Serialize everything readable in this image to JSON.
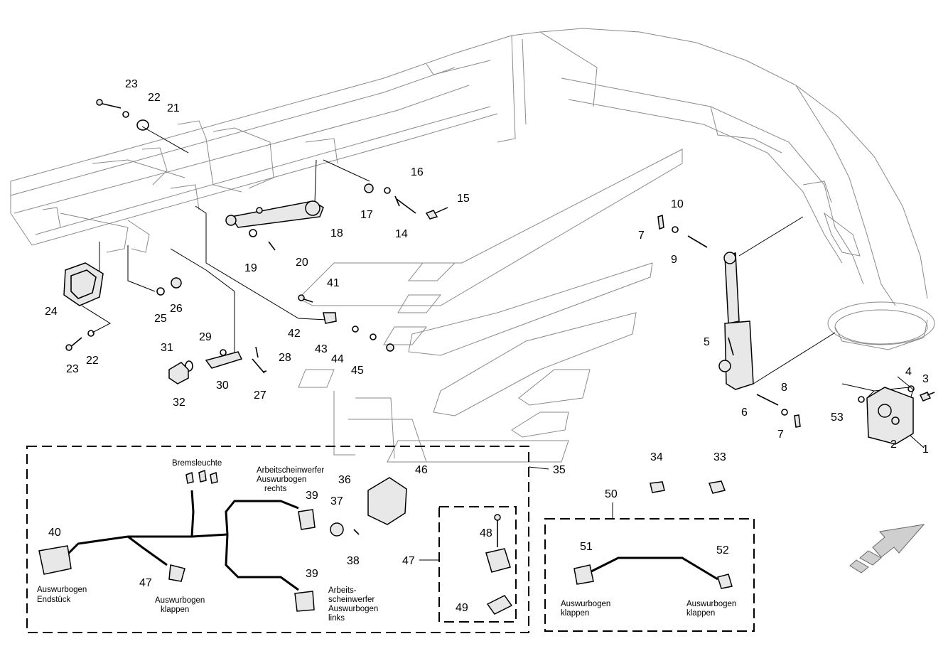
{
  "parts": [
    {
      "id": "p1",
      "number": "1"
    },
    {
      "id": "p2",
      "number": "2"
    },
    {
      "id": "p3",
      "number": "3"
    },
    {
      "id": "p4",
      "number": "4"
    },
    {
      "id": "p5",
      "number": "5"
    },
    {
      "id": "p6",
      "number": "6"
    },
    {
      "id": "p7a",
      "number": "7"
    },
    {
      "id": "p7b",
      "number": "7"
    },
    {
      "id": "p8",
      "number": "8"
    },
    {
      "id": "p9",
      "number": "9"
    },
    {
      "id": "p10",
      "number": "10"
    },
    {
      "id": "p14",
      "number": "14"
    },
    {
      "id": "p15",
      "number": "15"
    },
    {
      "id": "p16",
      "number": "16"
    },
    {
      "id": "p17",
      "number": "17"
    },
    {
      "id": "p18",
      "number": "18"
    },
    {
      "id": "p19",
      "number": "19"
    },
    {
      "id": "p20",
      "number": "20"
    },
    {
      "id": "p21",
      "number": "21"
    },
    {
      "id": "p22a",
      "number": "22"
    },
    {
      "id": "p22b",
      "number": "22"
    },
    {
      "id": "p23a",
      "number": "23"
    },
    {
      "id": "p23b",
      "number": "23"
    },
    {
      "id": "p24",
      "number": "24"
    },
    {
      "id": "p25",
      "number": "25"
    },
    {
      "id": "p26",
      "number": "26"
    },
    {
      "id": "p27",
      "number": "27"
    },
    {
      "id": "p28",
      "number": "28"
    },
    {
      "id": "p29",
      "number": "29"
    },
    {
      "id": "p30",
      "number": "30"
    },
    {
      "id": "p31",
      "number": "31"
    },
    {
      "id": "p32",
      "number": "32"
    },
    {
      "id": "p33",
      "number": "33"
    },
    {
      "id": "p34",
      "number": "34"
    },
    {
      "id": "p35",
      "number": "35"
    },
    {
      "id": "p36",
      "number": "36"
    },
    {
      "id": "p37",
      "number": "37"
    },
    {
      "id": "p38",
      "number": "38"
    },
    {
      "id": "p39a",
      "number": "39"
    },
    {
      "id": "p39b",
      "number": "39"
    },
    {
      "id": "p40",
      "number": "40"
    },
    {
      "id": "p41",
      "number": "41"
    },
    {
      "id": "p42",
      "number": "42"
    },
    {
      "id": "p43",
      "number": "43"
    },
    {
      "id": "p44",
      "number": "44"
    },
    {
      "id": "p45",
      "number": "45"
    },
    {
      "id": "p46",
      "number": "46"
    },
    {
      "id": "p47a",
      "number": "47"
    },
    {
      "id": "p47b",
      "number": "47"
    },
    {
      "id": "p48",
      "number": "48"
    },
    {
      "id": "p49",
      "number": "49"
    },
    {
      "id": "p50",
      "number": "50"
    },
    {
      "id": "p51",
      "number": "51"
    },
    {
      "id": "p52",
      "number": "52"
    },
    {
      "id": "p53",
      "number": "53"
    }
  ],
  "labels": {
    "bremsleuchte": "Bremsleuchte",
    "aw_rechts_1": "Arbeitscheinwerfer",
    "aw_rechts_2": "Auswurbogen",
    "aw_rechts_3": "rechts",
    "endstueck_1": "Auswurbogen",
    "endstueck_2": "Endstück",
    "klappen_h_1": "Auswurbogen",
    "klappen_h_2": "klappen",
    "aw_links_1": "Arbeits-",
    "aw_links_2": "scheinwerfer",
    "aw_links_3": "Auswurbogen",
    "aw_links_4": "links",
    "klappen_51_1": "Auswurbogen",
    "klappen_51_2": "klappen",
    "klappen_52_1": "Auswurbogen",
    "klappen_52_2": "klappen"
  }
}
